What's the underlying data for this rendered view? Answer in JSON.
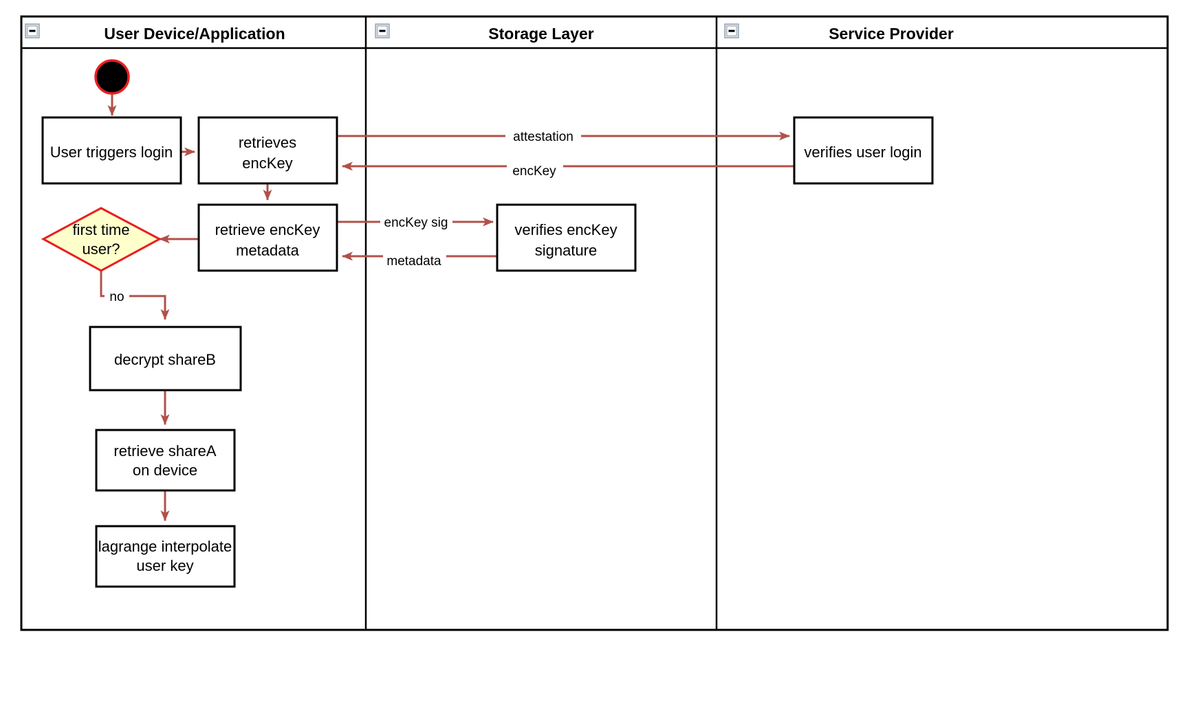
{
  "diagram": {
    "type": "swimlane-activity-diagram",
    "background": "#ffffff",
    "colors": {
      "flow": "#b0514a",
      "decision_fill": "#ffffcc",
      "decision_stroke": "#e8201f",
      "start_fill": "#000000",
      "start_stroke": "#e8201f",
      "node_stroke": "#000000",
      "node_fill": "#ffffff",
      "text": "#000000"
    },
    "lanes": [
      {
        "id": "lane-user",
        "title": "User Device/Application",
        "collapse_icon": "collapse-minus-icon"
      },
      {
        "id": "lane-storage",
        "title": "Storage Layer",
        "collapse_icon": "collapse-minus-icon"
      },
      {
        "id": "lane-service",
        "title": "Service Provider",
        "collapse_icon": "collapse-minus-icon"
      }
    ],
    "nodes": [
      {
        "id": "start",
        "shape": "start-circle",
        "lane": "lane-user",
        "label": ""
      },
      {
        "id": "n-user-triggers-login",
        "shape": "rect",
        "lane": "lane-user",
        "label": "User triggers login"
      },
      {
        "id": "n-retrieves-enckey",
        "shape": "rect",
        "lane": "lane-user",
        "label_line1": "retrieves",
        "label_line2": "encKey"
      },
      {
        "id": "n-retrieve-enckey-metadata",
        "shape": "rect",
        "lane": "lane-user",
        "label_line1": "retrieve encKey",
        "label_line2": "metadata"
      },
      {
        "id": "n-first-time-user",
        "shape": "diamond",
        "lane": "lane-user",
        "label_line1": "first time",
        "label_line2": "user?"
      },
      {
        "id": "n-decrypt-shareb",
        "shape": "rect",
        "lane": "lane-user",
        "label": "decrypt shareB"
      },
      {
        "id": "n-retrieve-sharea",
        "shape": "rect",
        "lane": "lane-user",
        "label_line1": "retrieve shareA",
        "label_line2": "on device"
      },
      {
        "id": "n-lagrange-interpolate",
        "shape": "rect",
        "lane": "lane-user",
        "label_line1": "lagrange interpolate",
        "label_line2": "user key"
      },
      {
        "id": "n-verifies-enckey-signature",
        "shape": "rect",
        "lane": "lane-storage",
        "label_line1": "verifies encKey",
        "label_line2": "signature"
      },
      {
        "id": "n-verifies-user-login",
        "shape": "rect",
        "lane": "lane-service",
        "label": "verifies user login"
      }
    ],
    "edges": [
      {
        "id": "e-start-to-login",
        "from": "start",
        "to": "n-user-triggers-login",
        "label": ""
      },
      {
        "id": "e-login-to-retrieves",
        "from": "n-user-triggers-login",
        "to": "n-retrieves-enckey",
        "label": ""
      },
      {
        "id": "e-retrieves-to-verifies-login",
        "from": "n-retrieves-enckey",
        "to": "n-verifies-user-login",
        "label": "attestation"
      },
      {
        "id": "e-verifies-login-to-retrieves",
        "from": "n-verifies-user-login",
        "to": "n-retrieves-enckey",
        "label": "encKey"
      },
      {
        "id": "e-retrieves-to-metadata",
        "from": "n-retrieves-enckey",
        "to": "n-retrieve-enckey-metadata",
        "label": ""
      },
      {
        "id": "e-metadata-to-verifies-sig",
        "from": "n-retrieve-enckey-metadata",
        "to": "n-verifies-enckey-signature",
        "label": "encKey sig"
      },
      {
        "id": "e-verifies-sig-to-metadata",
        "from": "n-verifies-enckey-signature",
        "to": "n-retrieve-enckey-metadata",
        "label": "metadata"
      },
      {
        "id": "e-metadata-to-decision",
        "from": "n-retrieve-enckey-metadata",
        "to": "n-first-time-user",
        "label": ""
      },
      {
        "id": "e-decision-to-decrypt",
        "from": "n-first-time-user",
        "to": "n-decrypt-shareb",
        "label": "no"
      },
      {
        "id": "e-decrypt-to-retrieve-sharea",
        "from": "n-decrypt-shareb",
        "to": "n-retrieve-sharea",
        "label": ""
      },
      {
        "id": "e-retrieve-sharea-to-lagrange",
        "from": "n-retrieve-sharea",
        "to": "n-lagrange-interpolate",
        "label": ""
      }
    ]
  }
}
